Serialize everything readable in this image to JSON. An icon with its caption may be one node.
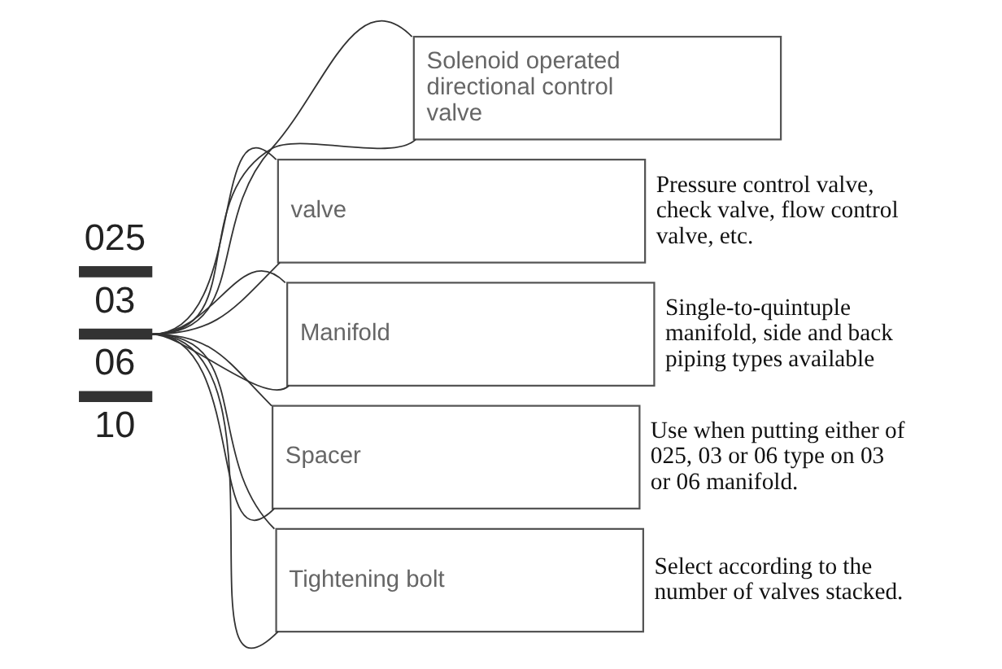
{
  "diagram": {
    "nodes": [
      {
        "text": [
          "025",
          "03",
          "06",
          "10"
        ]
      },
      {
        "text": [
          "Solenoid operated directional control valve"
        ]
      },
      {
        "text": [
          "valve"
        ],
        "beside": [
          "Pressure control valve, check valve, flow control valve, etc."
        ]
      },
      {
        "text": [
          "Manifold"
        ],
        "beside": [
          "Single-to-quintuple manifold, side and back piping types available"
        ]
      },
      {
        "text": [
          "Spacer"
        ],
        "beside": [
          "Use when putting either of 025, 03 or 06 type on 03 or 06 manifold."
        ]
      },
      {
        "text": [
          "Tightening bolt"
        ],
        "beside": [
          "Select according to the number of valves stacked."
        ]
      }
    ],
    "edges": [
      {
        "from": 0,
        "to": 1,
        "arrow": "none"
      },
      {
        "from": 0,
        "to": 1,
        "arrow": "none"
      },
      {
        "from": 0,
        "to": 2,
        "arrow": "none"
      },
      {
        "from": 0,
        "to": 2,
        "arrow": "none"
      },
      {
        "from": 0,
        "to": 3,
        "arrow": "none"
      },
      {
        "from": 0,
        "to": 3,
        "arrow": "none"
      },
      {
        "from": 0,
        "to": 4,
        "arrow": "none"
      },
      {
        "from": 0,
        "to": 4,
        "arrow": "none"
      },
      {
        "from": 0,
        "to": 5,
        "arrow": "none"
      },
      {
        "from": 0,
        "to": 5,
        "arrow": "none"
      }
    ]
  }
}
